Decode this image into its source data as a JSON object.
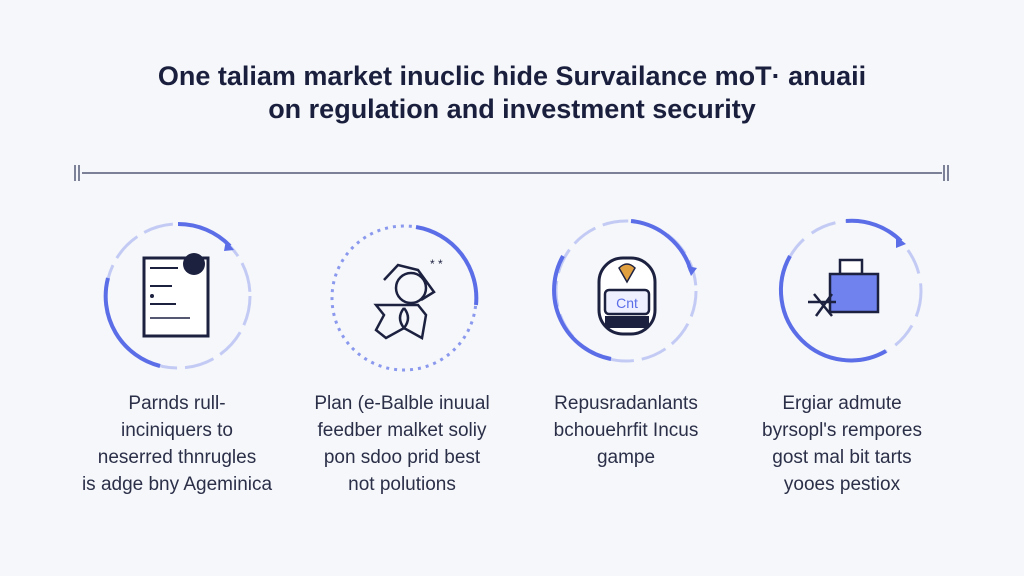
{
  "title": {
    "line1": "One taliam market inuclic hide Survailance moT· anuaii",
    "line2": "on regulation and investment security"
  },
  "colors": {
    "accent": "#5b6ee8",
    "accent_light": "#c3cbf5",
    "text": "#1a1f3d",
    "pin": "#e0a040"
  },
  "steps": [
    {
      "icon": "document-certificate-icon",
      "lines": [
        "Parnds rull-",
        "inciniquers to",
        "neserred thnrugles",
        "is adge bny Ageminica"
      ]
    },
    {
      "icon": "hand-with-coin-icon",
      "lines": [
        "Plan (e-Balble inuual",
        "feedber malket soliy",
        "pon sdoo prid best",
        "not polutions"
      ]
    },
    {
      "icon": "device-lock-icon",
      "device_text": "Cnt",
      "lines": [
        "Repusradanlants",
        "bchouehrfit Incus",
        "gampe"
      ]
    },
    {
      "icon": "briefcase-icon",
      "lines": [
        "Ergiar admute",
        "byrsopl's rempores",
        "gost mal bit tarts",
        "yooes pestiox"
      ]
    }
  ]
}
